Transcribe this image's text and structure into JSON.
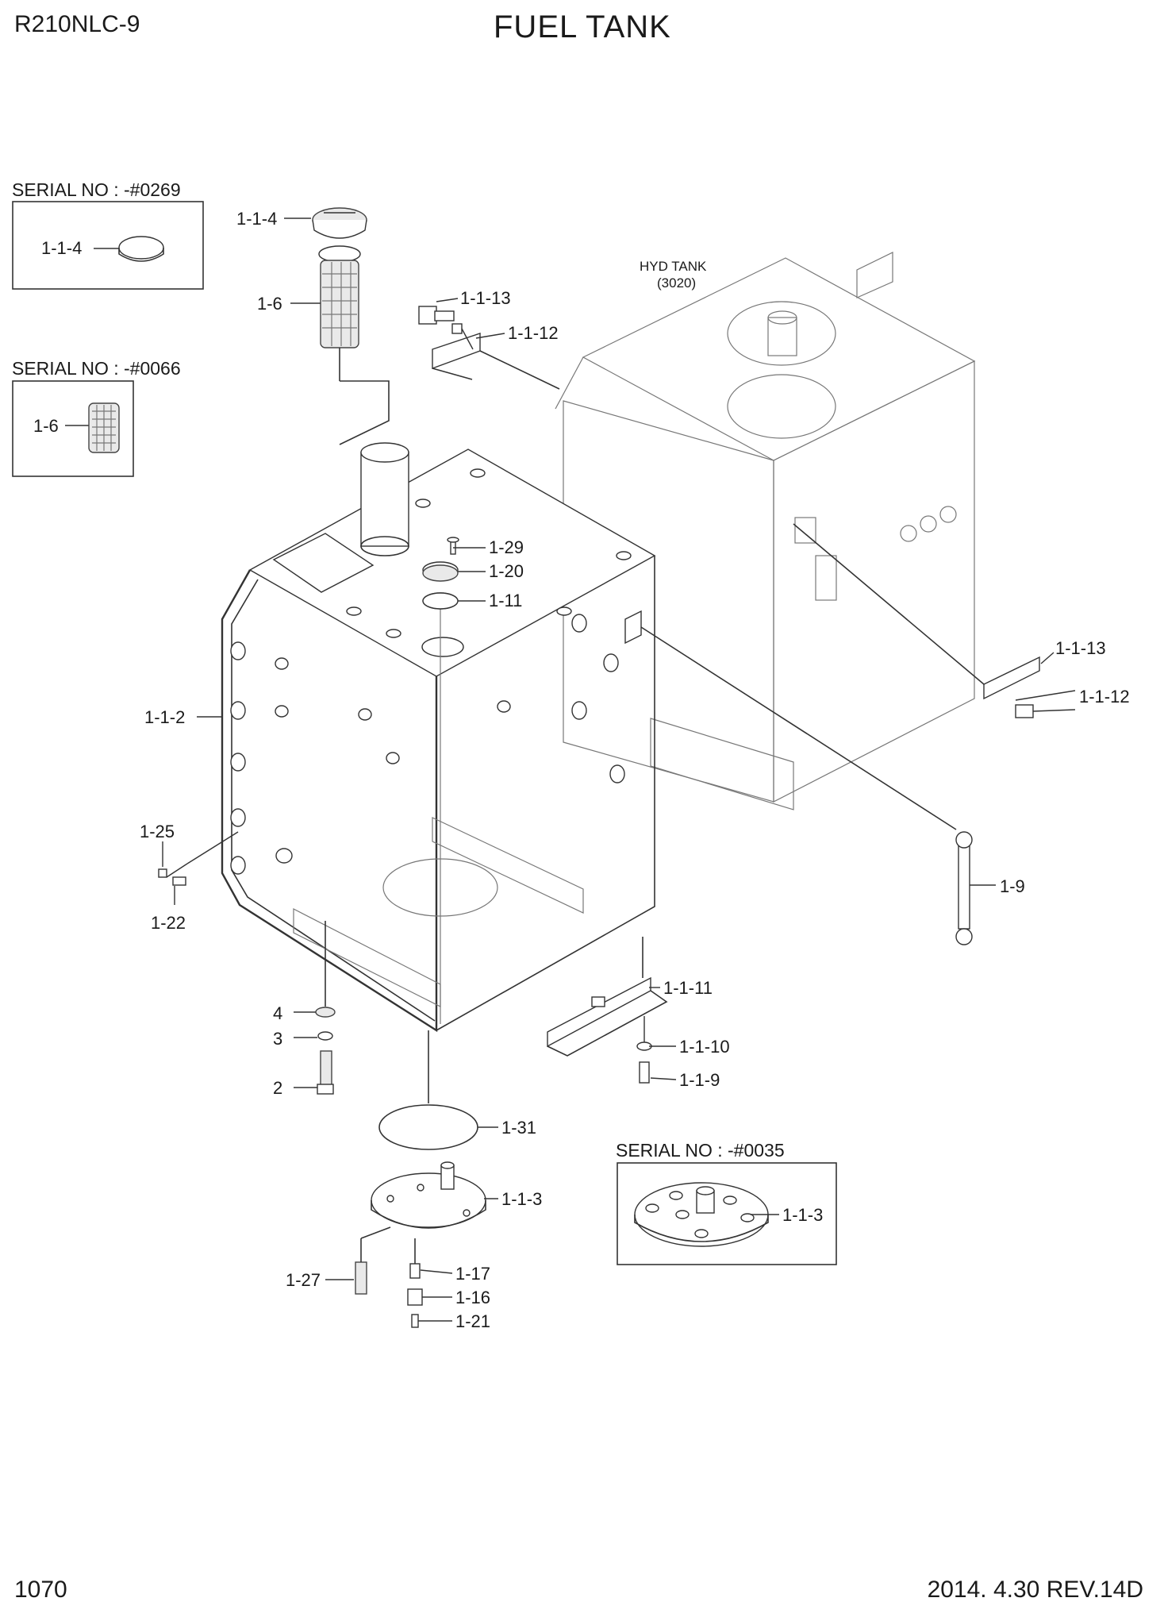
{
  "header": {
    "model": "R210NLC-9",
    "title": "FUEL TANK"
  },
  "footer": {
    "page_number": "1070",
    "revision": "2014. 4.30  REV.14D"
  },
  "hyd_tank": {
    "label": "HYD TANK",
    "ref": "(3020)"
  },
  "insets": [
    {
      "title": "SERIAL NO : -#0269",
      "part": "1-1-4"
    },
    {
      "title": "SERIAL NO : -#0066",
      "part": "1-6"
    },
    {
      "title": "SERIAL NO : -#0035",
      "part": "1-1-3"
    }
  ],
  "callouts": [
    "1-1-4",
    "1-6",
    "1-1-13",
    "1-1-12",
    "1-29",
    "1-20",
    "1-11",
    "1-1-2",
    "1-25",
    "1-22",
    "1-1-13",
    "1-1-12",
    "1-9",
    "1-1-11",
    "4",
    "3",
    "1-1-10",
    "2",
    "1-1-9",
    "1-31",
    "1-1-3",
    "1-27",
    "1-17",
    "1-16",
    "1-21"
  ]
}
